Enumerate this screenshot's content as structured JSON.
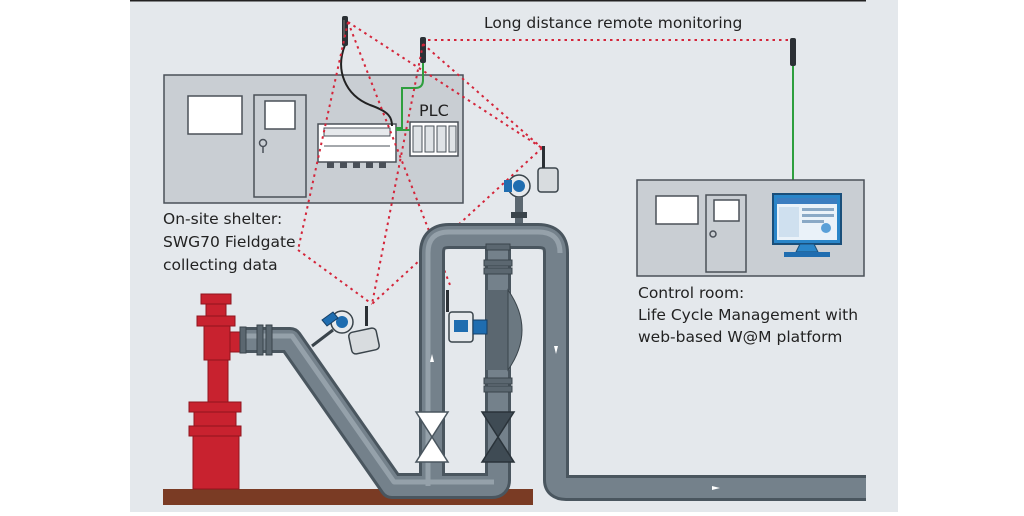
{
  "title": "Long distance remote monitoring",
  "plc_label": "PLC",
  "shelter_label": [
    "On-site shelter:",
    "SWG70 Fieldgate",
    "collecting data"
  ],
  "control_label": [
    "Control room:",
    "Life Cycle Management with",
    "web-based W@M platform"
  ],
  "colors": {
    "background": "#e4e8ec",
    "shelter_fill": "#c9ced3",
    "pipe": "#6d7a84",
    "pump": "#c8222f",
    "radio_link": "#d4253a",
    "cable": "#2e9f3e",
    "ground": "#7a3b24",
    "device_blue": "#1f6db0"
  },
  "icons": [
    "antenna-icon",
    "fieldgate-icon",
    "plc-icon",
    "transmitter-icon",
    "flowmeter-icon",
    "valve-icon",
    "pump-icon",
    "monitor-icon"
  ]
}
